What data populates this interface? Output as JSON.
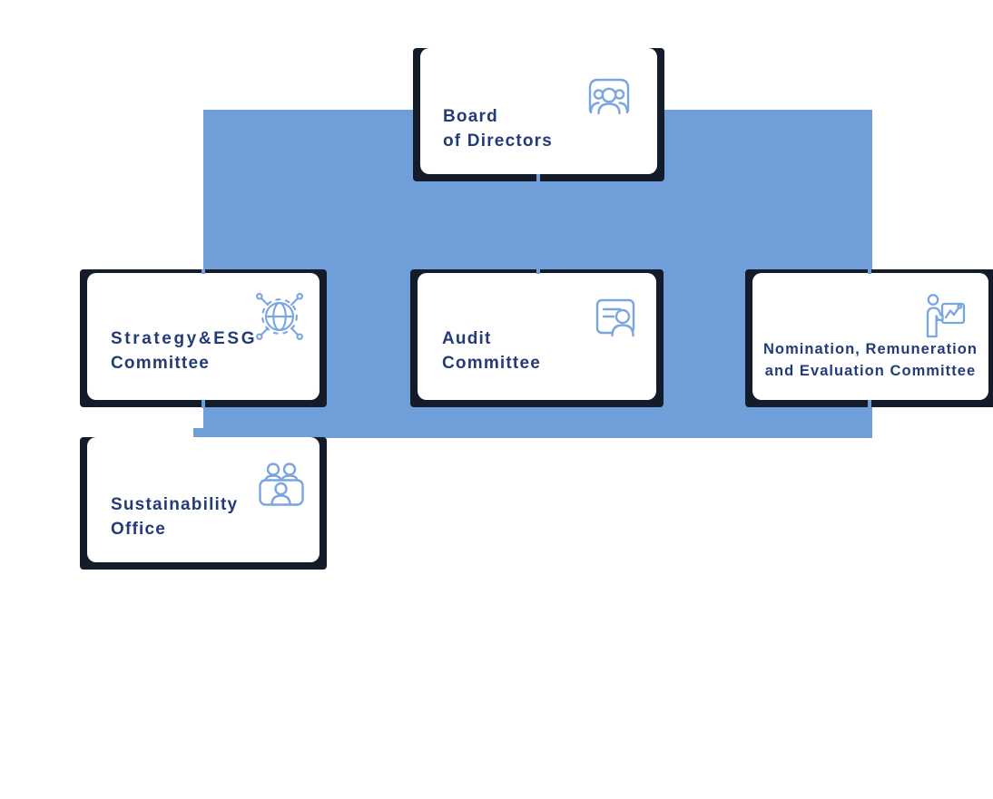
{
  "palette": {
    "connector_blue": "#6F9ED8",
    "frame_navy": "#141B2B",
    "title_navy": "#233B78",
    "icon_blue": "#7BA5E1",
    "background": "#FFFFFF"
  },
  "diagram": {
    "type": "governance-org-chart",
    "nodes": {
      "board": {
        "line1": "Board",
        "line2": "of Directors",
        "icon": "board-meeting-icon"
      },
      "strategy": {
        "line1": "Strategy&ESG",
        "line2": "Committee",
        "icon": "globe-network-icon"
      },
      "audit": {
        "line1": "Audit",
        "line2": "Committee",
        "icon": "document-person-icon"
      },
      "nomination": {
        "line1": "Nomination, Remuneration",
        "line2": "and Evaluation Committee",
        "icon": "presenter-chart-icon"
      },
      "sustainability": {
        "line1": "Sustainability",
        "line2": "Office",
        "icon": "meeting-table-icon"
      }
    }
  }
}
